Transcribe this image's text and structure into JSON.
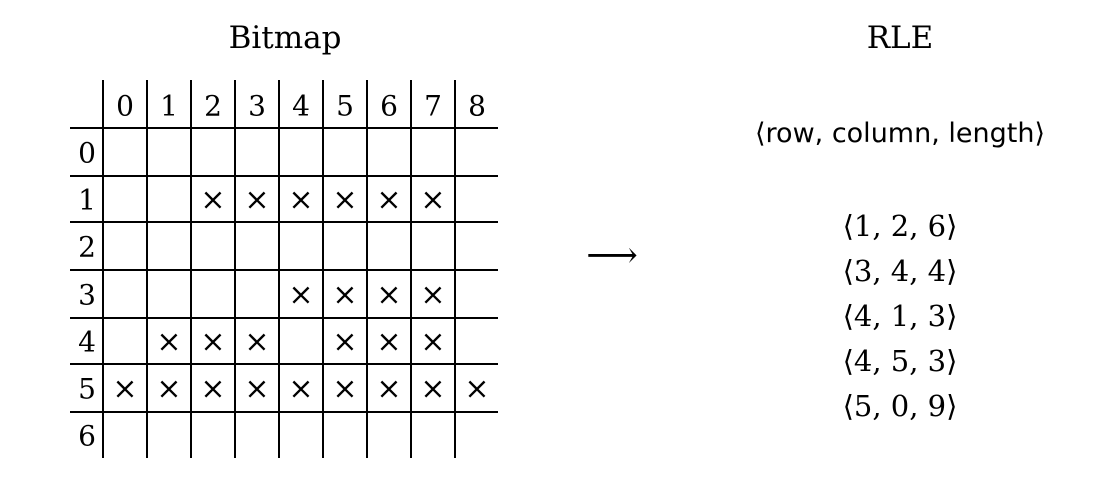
{
  "bitmap": {
    "title": "Bitmap",
    "column_labels": [
      "0",
      "1",
      "2",
      "3",
      "4",
      "5",
      "6",
      "7",
      "8"
    ],
    "row_labels": [
      "0",
      "1",
      "2",
      "3",
      "4",
      "5",
      "6"
    ],
    "mark_symbol": "×",
    "marked_rows": [
      [],
      [
        2,
        3,
        4,
        5,
        6,
        7
      ],
      [],
      [
        4,
        5,
        6,
        7
      ],
      [
        1,
        2,
        3,
        5,
        6,
        7
      ],
      [
        0,
        1,
        2,
        3,
        4,
        5,
        6,
        7,
        8
      ],
      []
    ]
  },
  "arrow": "⟶",
  "rle": {
    "title": "RLE",
    "tuple_header": "⟨row, column, length⟩",
    "entries": [
      "⟨1, 2, 6⟩",
      "⟨3, 4, 4⟩",
      "⟨4, 1, 3⟩",
      "⟨4, 5, 3⟩",
      "⟨5, 0, 9⟩"
    ]
  }
}
